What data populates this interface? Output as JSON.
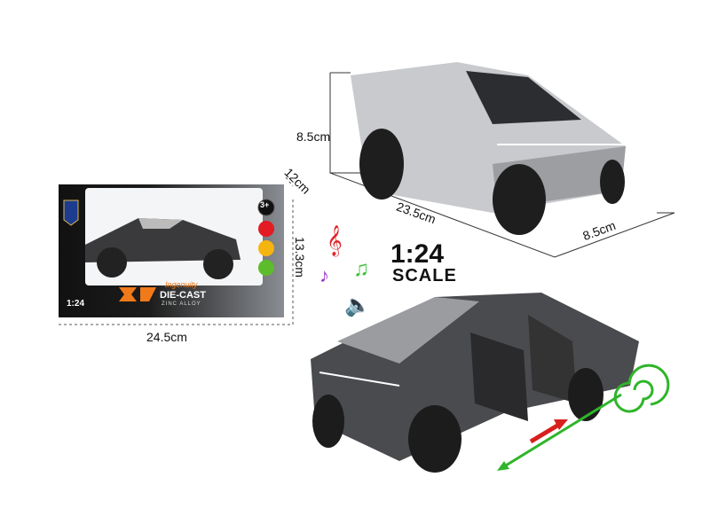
{
  "package": {
    "scale": "1:24",
    "brand_text": "Ingenuity",
    "product_line": "DIE-CAST",
    "material": "ZINC ALLOY",
    "age_badge": "3+",
    "dimensions": {
      "width": "24.5cm",
      "height": "13.3cm",
      "depth": "12cm"
    }
  },
  "car_dimensions": {
    "height": "8.5cm",
    "length": "23.5cm",
    "width": "8.5cm"
  },
  "scale_label": {
    "ratio": "1:24",
    "word": "SCALE"
  },
  "colors": {
    "accent_orange": "#f07a1a",
    "arrow_green": "#2fb52a",
    "arrow_red": "#d8201e",
    "note_red": "#e0262a",
    "note_purple": "#9a35c8",
    "note_green": "#3cc23a"
  },
  "icons": [
    "light-icon",
    "sound-icon",
    "pull-back-icon",
    "music-note-icon",
    "speaker-icon",
    "spiral-icon"
  ]
}
